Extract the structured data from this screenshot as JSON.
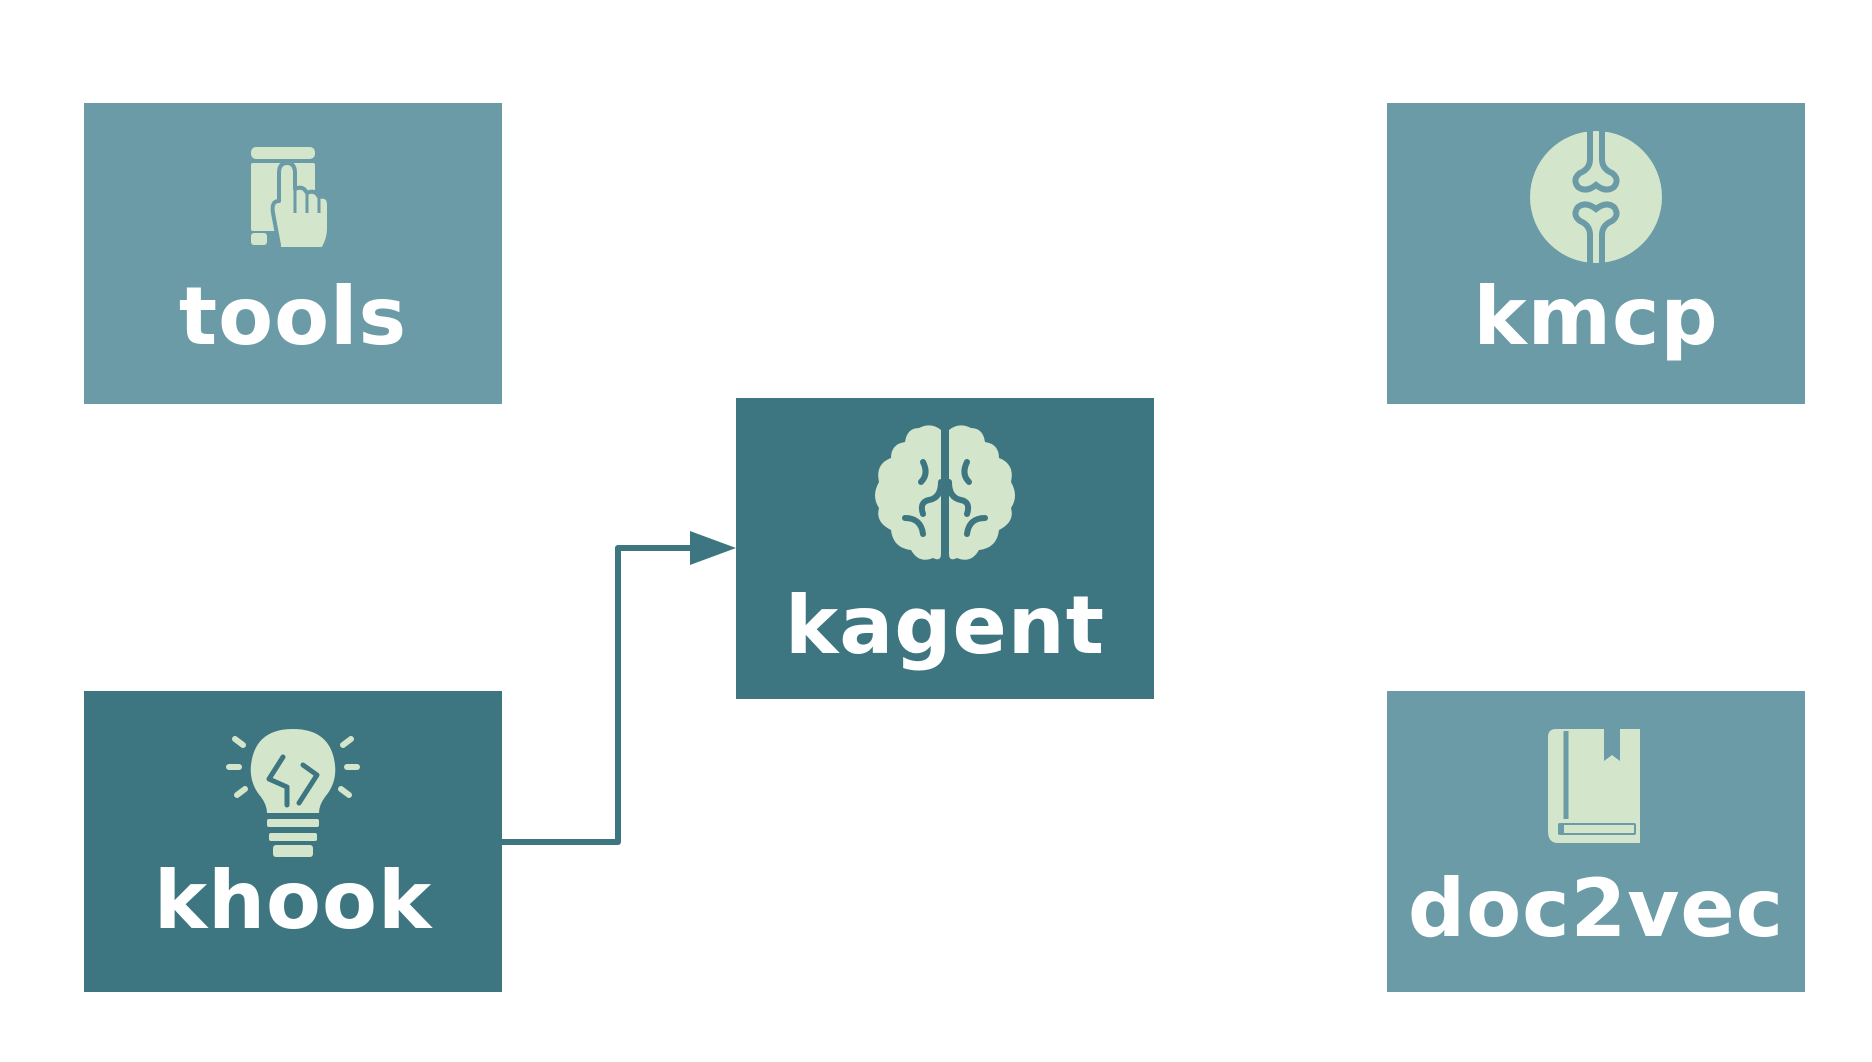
{
  "nodes": {
    "tools": {
      "label": "tools",
      "icon": "touchscreen-hand-icon"
    },
    "kmcp": {
      "label": "kmcp",
      "icon": "mcp-connector-icon"
    },
    "kagent": {
      "label": "kagent",
      "icon": "brain-icon"
    },
    "khook": {
      "label": "khook",
      "icon": "lightbulb-bolt-icon"
    },
    "doc2vec": {
      "label": "doc2vec",
      "icon": "book-icon"
    }
  },
  "edges": [
    {
      "from": "khook",
      "to": "kagent",
      "style": "orthogonal-arrow"
    }
  ],
  "colors": {
    "node_light": "#6a9ba6",
    "node_dark": "#3d7580",
    "icon_fill": "#d3e5cb",
    "label_text": "#ffffff",
    "edge": "#3d7580"
  }
}
